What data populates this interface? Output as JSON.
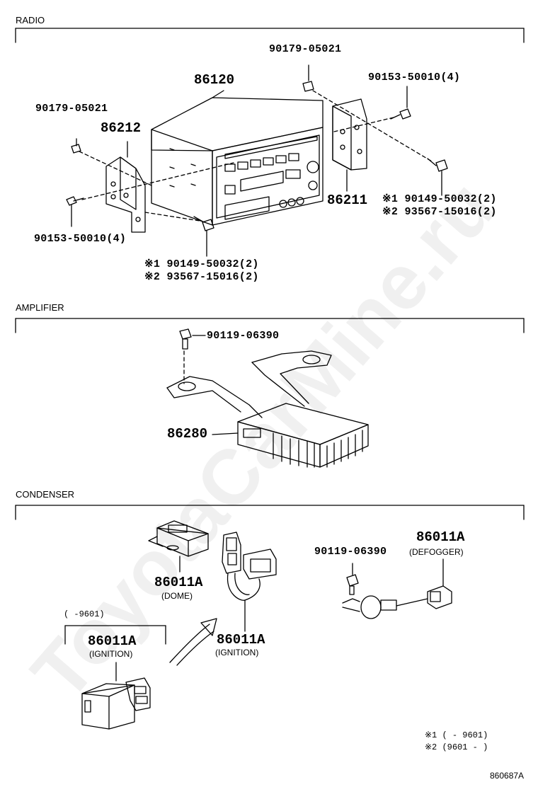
{
  "sections": {
    "radio": "RADIO",
    "amplifier": "AMPLIFIER",
    "condenser": "CONDENSER"
  },
  "radio": {
    "head_unit": "86120",
    "left_bracket": "86212",
    "right_bracket": "86211",
    "nut_left": "90179-05021",
    "nut_top": "90179-05021",
    "bolt_left": "90153-50010(4)",
    "bolt_top": "90153-50010(4)",
    "screw_right_1": "※1 90149-50032(2)",
    "screw_right_2": "※2 93567-15016(2)",
    "screw_bottom_1": "※1 90149-50032(2)",
    "screw_bottom_2": "※2 93567-15016(2)"
  },
  "amplifier": {
    "bolt": "90119-06390",
    "unit": "86280"
  },
  "condenser": {
    "dome_part": "86011A",
    "dome_desc": "(DOME)",
    "range_note": "(      -9601)",
    "ign_old_part": "86011A",
    "ign_old_desc": "(IGNITION)",
    "ign_new_part": "86011A",
    "ign_new_desc": "(IGNITION)",
    "defogger_bolt": "90119-06390",
    "defogger_part": "86011A",
    "defogger_desc": "(DEFOGGER)"
  },
  "legend": {
    "note1": "※1 (      - 9601)",
    "note2": "※2 (9601 -      )"
  },
  "figure_code": "860687A",
  "watermark": "ToyotaCarMine.ru"
}
